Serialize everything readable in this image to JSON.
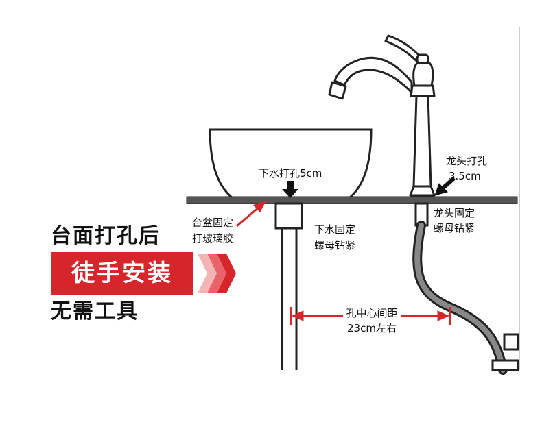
{
  "labels": {
    "drain_hole": "下水打孔5cm",
    "faucet_hole_line1": "龙头打孔",
    "faucet_hole_line2": "3.5cm",
    "faucet_fix_line1": "龙头固定",
    "faucet_fix_line2": "螺母钻紧",
    "basin_fix_line1": "台盆固定",
    "basin_fix_line2": "打玻璃胶",
    "drain_fix_line1": "下水固定",
    "drain_fix_line2": "螺母钻紧",
    "distance_line1": "孔中心间距",
    "distance_line2": "23cm左右"
  },
  "promo": {
    "line1": "台面打孔后",
    "highlight": "徒手安装",
    "line3": "无需工具"
  },
  "colors": {
    "accent": "#d7262b",
    "line": "#222222",
    "counter": "#555555"
  }
}
